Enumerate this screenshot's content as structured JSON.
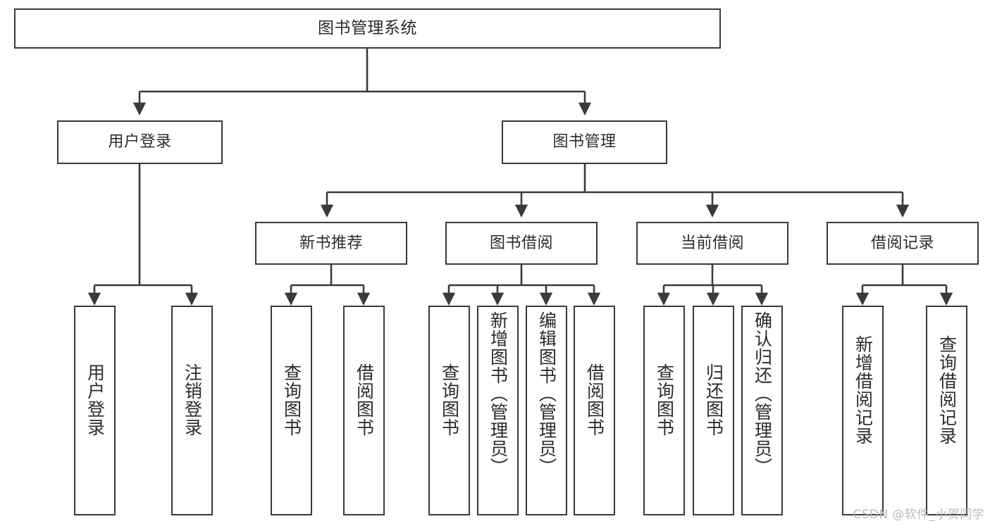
{
  "diagram": {
    "title": "图书管理系统",
    "type": "tree-hierarchy",
    "orientation": "top-down",
    "style": {
      "box_border_color": "#3a3a3a",
      "box_fill_color": "#ffffff",
      "edge_color": "#3a3a3a",
      "text_color": "#2b2b2b",
      "background": "#ffffff"
    }
  },
  "nodes": {
    "root": {
      "label": "图书管理系统"
    },
    "level2": [
      {
        "id": "user-login",
        "label": "用户登录"
      },
      {
        "id": "book-management",
        "label": "图书管理"
      }
    ],
    "level3": [
      {
        "id": "new-book-recommend",
        "label": "新书推荐"
      },
      {
        "id": "book-borrow",
        "label": "图书借阅"
      },
      {
        "id": "current-borrow",
        "label": "当前借阅"
      },
      {
        "id": "borrow-record",
        "label": "借阅记录"
      }
    ],
    "leaves": [
      {
        "id": "leaf-user-login",
        "label": "用户登录",
        "parent": "user-login"
      },
      {
        "id": "leaf-user-logout",
        "label": "注销登录",
        "parent": "user-login"
      },
      {
        "id": "leaf-query-book-1",
        "label": "查询图书",
        "parent": "new-book-recommend"
      },
      {
        "id": "leaf-borrow-book-1",
        "label": "借阅图书",
        "parent": "new-book-recommend"
      },
      {
        "id": "leaf-query-book-2",
        "label": "查询图书",
        "parent": "book-borrow"
      },
      {
        "id": "leaf-add-book",
        "label": "新增图书（管理员）",
        "parent": "book-borrow"
      },
      {
        "id": "leaf-edit-book",
        "label": "编辑图书（管理员）",
        "parent": "book-borrow"
      },
      {
        "id": "leaf-borrow-book-2",
        "label": "借阅图书",
        "parent": "book-borrow"
      },
      {
        "id": "leaf-query-book-3",
        "label": "查询图书",
        "parent": "current-borrow"
      },
      {
        "id": "leaf-return-book",
        "label": "归还图书",
        "parent": "current-borrow"
      },
      {
        "id": "leaf-confirm-return",
        "label": "确认归还（管理员）",
        "parent": "current-borrow"
      },
      {
        "id": "leaf-add-record",
        "label": "新增借阅记录",
        "parent": "borrow-record"
      },
      {
        "id": "leaf-query-record",
        "label": "查询借阅记录",
        "parent": "borrow-record"
      }
    ]
  },
  "watermark": {
    "text": "CSDN @软件_小贺同学"
  }
}
